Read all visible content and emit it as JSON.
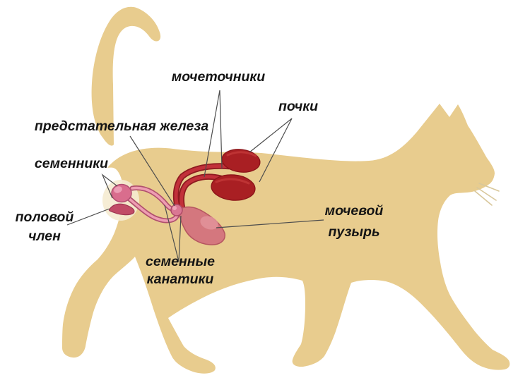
{
  "labels": {
    "ureters": "мочеточники",
    "kidneys": "почки",
    "prostate": "предстательная железа",
    "testes": "семенники",
    "penis_line1": "половой",
    "penis_line2": "член",
    "cords_line1": "семенные",
    "cords_line2": "канатики",
    "bladder_line1": "мочевой",
    "bladder_line2": "пузырь"
  },
  "colors": {
    "background": "#ffffff",
    "cat_body": "#E8CC8E",
    "whiskers": "#D8C79B",
    "halo": "#F5EBD0",
    "kidney": "#A91F23",
    "kidney_outline": "#8A1418",
    "kidney_highlight": "#C53B3B",
    "ureter": "#C2303A",
    "ureter_outline": "#8E1A20",
    "bladder": "#D4777E",
    "bladder_outline": "#B55560",
    "bladder_highlight": "#E2939A",
    "testis": "#D96D8D",
    "testis_outline": "#B24E71",
    "testis_highlight": "#EDA2B8",
    "cord": "#EE9DB2",
    "cord_outline": "#B0506E",
    "prostate": "#DA7793",
    "prostate_outline": "#AE4A68",
    "prostate_highlight": "#EFA8BC",
    "penis": "#C14B66",
    "penis_outline": "#9C3550",
    "leader_line": "#4d4d4d",
    "label_text": "#141414"
  }
}
